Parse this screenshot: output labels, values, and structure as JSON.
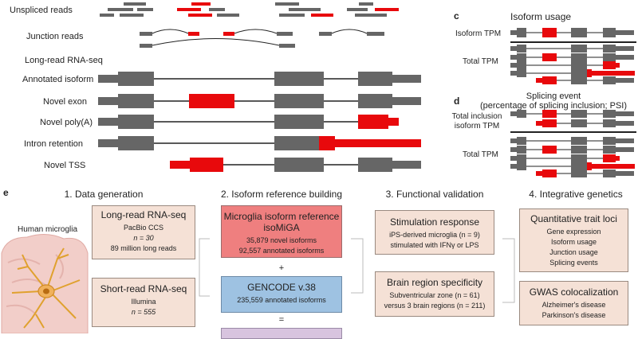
{
  "panel_b": {
    "tracks": [
      "Unspliced reads",
      "Junction reads",
      "Long-read RNA-seq",
      "Annotated isoform",
      "Novel exon",
      "Novel poly(A)",
      "Intron retention",
      "Novel TSS"
    ]
  },
  "panel_c": {
    "letter": "c",
    "title": "Isoform usage",
    "isoform_tpm": "Isoform TPM",
    "total_tpm": "Total TPM"
  },
  "panel_d": {
    "letter": "d",
    "title_line1": "Splicing event",
    "title_line2": "(percentage of splicing inclusion; PSI)",
    "inclusion_line1": "Total inclusion",
    "inclusion_line2": "isoform TPM",
    "total_tpm": "Total TPM"
  },
  "panel_e": {
    "letter": "e",
    "human_microglia": "Human microglia",
    "col1": {
      "title": "1. Data generation",
      "box1": {
        "title": "Long-read RNA-seq",
        "l1": "PacBio CCS",
        "l2": "n = 30",
        "l3": "89 million long reads"
      },
      "box2": {
        "title": "Short-read RNA-seq",
        "l1": "Illumina",
        "l2": "n = 555"
      }
    },
    "col2": {
      "title": "2. Isoform reference building",
      "box1": {
        "title1": "Microglia isoform reference",
        "title2": "isoMiGA",
        "l1": "35,879 novel isoforms",
        "l2": "92,557 annotated isoforms"
      },
      "plus": "+",
      "box2": {
        "title": "GENCODE v.38",
        "l1": "235,559 annotated isoforms"
      },
      "equals": "="
    },
    "col3": {
      "title": "3. Functional validation",
      "box1": {
        "title": "Stimulation response",
        "l1": "iPS-derived microglia (n = 9)",
        "l2": "stimulated with IFNγ or LPS"
      },
      "box2": {
        "title": "Brain region specificity",
        "l1": "Subventricular zone (n = 61)",
        "l2": "versus 3 brain regions (n = 211)"
      }
    },
    "col4": {
      "title": "4. Integrative genetics",
      "box1": {
        "title": "Quantitative trait loci",
        "items": [
          "Gene expression",
          "Isoform usage",
          "Junction usage",
          "Splicing events"
        ]
      },
      "box2": {
        "title": "GWAS colocalization",
        "items": [
          "Alzheimer's disease",
          "Parkinson's disease"
        ]
      }
    }
  },
  "colors": {
    "exon_gray": "#666666",
    "novel_red": "#e8090c",
    "box_beige": "#f5e1d6",
    "box_red": "#ef7f7f",
    "box_blue": "#9ec2e2",
    "box_purple": "#d8c4df"
  }
}
